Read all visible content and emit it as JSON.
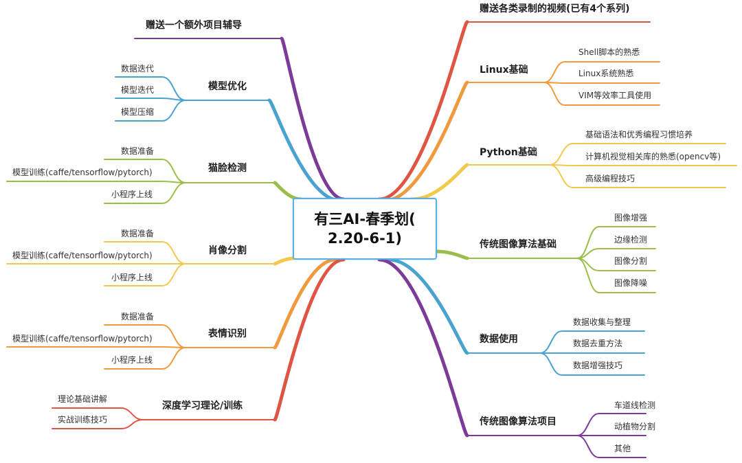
{
  "root": {
    "line1": "有三AI-春季划(",
    "line2": "2.20-6-1)"
  },
  "colors": {
    "purple": "#7c3a99",
    "blue": "#4aa3cf",
    "green": "#9bbe4b",
    "yellow": "#f2c94c",
    "orange": "#ef9a3c",
    "red": "#e05444"
  },
  "left_branches": [
    {
      "label": "赠送一个额外项目辅导",
      "children": []
    },
    {
      "label": "模型优化",
      "children": [
        "数据迭代",
        "模型迭代",
        "模型压缩"
      ]
    },
    {
      "label": "猫脸检测",
      "children": [
        "数据准备",
        "模型训练(caffe/tensorflow/pytorch)",
        "小程序上线"
      ]
    },
    {
      "label": "肖像分割",
      "children": [
        "数据准备",
        "模型训练(caffe/tensorflow/pytorch)",
        "小程序上线"
      ]
    },
    {
      "label": "表情识别",
      "children": [
        "数据准备",
        "模型训练(caffe/tensorflow/pytorch)",
        "小程序上线"
      ]
    },
    {
      "label": "深度学习理论/训练",
      "children": [
        "理论基础讲解",
        "实战训练技巧"
      ]
    }
  ],
  "right_branches": [
    {
      "label": "赠送各类录制的视频(已有4个系列)",
      "children": []
    },
    {
      "label": "Linux基础",
      "children": [
        "Shell脚本的熟悉",
        "Linux系统熟悉",
        "VIM等效率工具使用"
      ]
    },
    {
      "label": "Python基础",
      "children": [
        "基础语法和优秀编程习惯培养",
        "计算机视觉相关库的熟悉(opencv等)",
        "高级编程技巧"
      ]
    },
    {
      "label": "传统图像算法基础",
      "children": [
        "图像增强",
        "边缘检测",
        "图像分割",
        "图像降噪"
      ]
    },
    {
      "label": "数据使用",
      "children": [
        "数据收集与整理",
        "数据去重方法",
        "数据增强技巧"
      ]
    },
    {
      "label": "传统图像算法项目",
      "children": [
        "车道线检测",
        "动植物分割",
        "其他"
      ]
    }
  ]
}
